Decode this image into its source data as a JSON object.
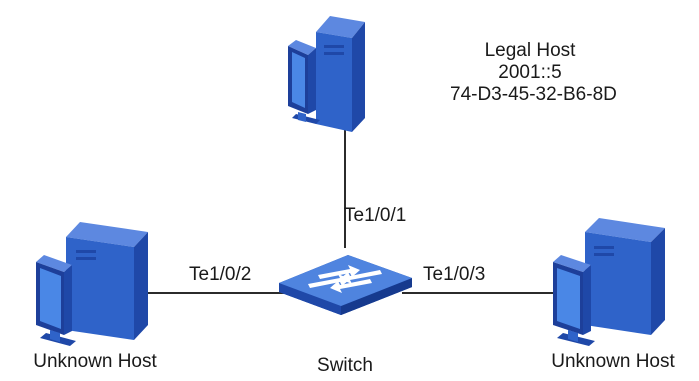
{
  "nodes": {
    "legal_host": {
      "name": "Legal Host",
      "ip": "2001::5",
      "mac": "74-D3-45-32-B6-8D"
    },
    "left_host": {
      "name": "Unknown Host"
    },
    "right_host": {
      "name": "Unknown Host"
    },
    "switch": {
      "name": "Switch"
    }
  },
  "ports": {
    "top": "Te1/0/1",
    "left": "Te1/0/2",
    "right": "Te1/0/3"
  },
  "colors": {
    "pc_face": "#2f63c9",
    "pc_side": "#1f48a8",
    "pc_top": "#5d88e0",
    "screen": "#4a87e6",
    "screen_frame": "#1d3f9a",
    "switch_top": "#4f84df",
    "switch_side": "#234fb0",
    "line": "#2b2b2b"
  }
}
